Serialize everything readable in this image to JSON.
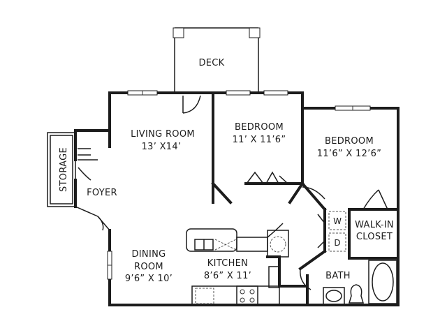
{
  "rooms": {
    "deck": {
      "name": "DECK"
    },
    "living_room": {
      "name": "LIVING ROOM",
      "size": "13’ X14’"
    },
    "bedroom1": {
      "name": "BEDROOM",
      "size": "11’ X 11’6”"
    },
    "bedroom2": {
      "name": "BEDROOM",
      "size": "11’6” X 12’6”"
    },
    "storage": {
      "name": "STORAGE"
    },
    "foyer": {
      "name": "FOYER"
    },
    "dining_room": {
      "name": "DINING",
      "name2": "ROOM",
      "size": "9’6” X 10’"
    },
    "kitchen": {
      "name": "KITCHEN",
      "size": "8’6” X 11’"
    },
    "walk_in_closet": {
      "name": "WALK-IN",
      "name2": "CLOSET"
    },
    "bath": {
      "name": "BATH"
    },
    "washer": {
      "label": "W"
    },
    "dryer": {
      "label": "D"
    }
  }
}
